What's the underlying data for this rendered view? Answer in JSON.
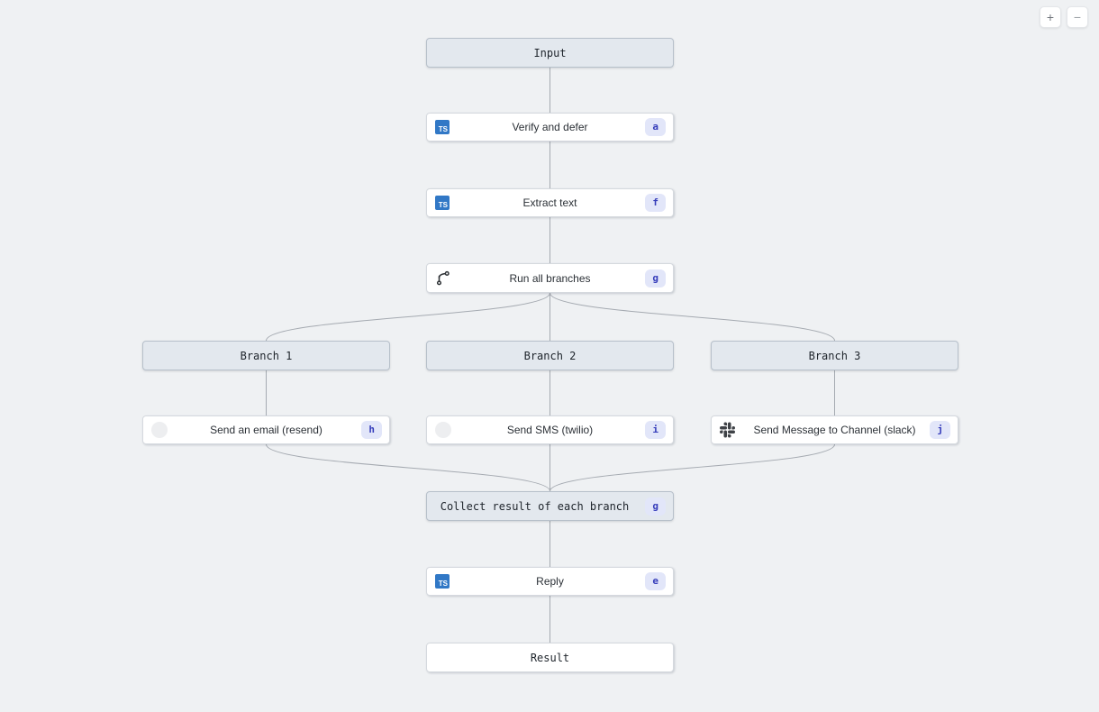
{
  "controls": {
    "zoom_in": "+",
    "zoom_out": "−"
  },
  "icons": {
    "typescript_label": "TS"
  },
  "colors": {
    "canvas_bg": "#eff1f3",
    "header_node_bg": "#e3e8ee",
    "header_node_border": "#b7c0ca",
    "step_node_bg": "#ffffff",
    "edge": "#a5aab1",
    "badge_bg": "#e2e6f9",
    "badge_text": "#353cba",
    "typescript_blue": "#3178c6",
    "slack_icon": "#3f4247"
  },
  "nodes": {
    "input": {
      "label": "Input"
    },
    "verify": {
      "label": "Verify and defer",
      "badge": "a",
      "icon": "typescript"
    },
    "extract": {
      "label": "Extract text",
      "badge": "f",
      "icon": "typescript"
    },
    "run_branches": {
      "label": "Run all branches",
      "badge": "g",
      "icon": "git-branch"
    },
    "branch1": {
      "label": "Branch 1"
    },
    "branch2": {
      "label": "Branch 2"
    },
    "branch3": {
      "label": "Branch 3"
    },
    "send_email": {
      "label": "Send an email (resend)",
      "badge": "h",
      "icon": "faded-circle"
    },
    "send_sms": {
      "label": "Send SMS (twilio)",
      "badge": "i",
      "icon": "faded-circle"
    },
    "send_slack": {
      "label": "Send Message to Channel (slack)",
      "badge": "j",
      "icon": "slack"
    },
    "collect": {
      "label": "Collect result of each branch",
      "badge": "g"
    },
    "reply": {
      "label": "Reply",
      "badge": "e",
      "icon": "typescript"
    },
    "result": {
      "label": "Result"
    }
  },
  "edges": [
    {
      "from": "input",
      "to": "verify"
    },
    {
      "from": "verify",
      "to": "extract"
    },
    {
      "from": "extract",
      "to": "run_branches"
    },
    {
      "from": "run_branches",
      "to": "branch1"
    },
    {
      "from": "run_branches",
      "to": "branch2"
    },
    {
      "from": "run_branches",
      "to": "branch3"
    },
    {
      "from": "branch1",
      "to": "send_email"
    },
    {
      "from": "branch2",
      "to": "send_sms"
    },
    {
      "from": "branch3",
      "to": "send_slack"
    },
    {
      "from": "send_email",
      "to": "collect"
    },
    {
      "from": "send_sms",
      "to": "collect"
    },
    {
      "from": "send_slack",
      "to": "collect"
    },
    {
      "from": "collect",
      "to": "reply"
    },
    {
      "from": "reply",
      "to": "result"
    }
  ]
}
